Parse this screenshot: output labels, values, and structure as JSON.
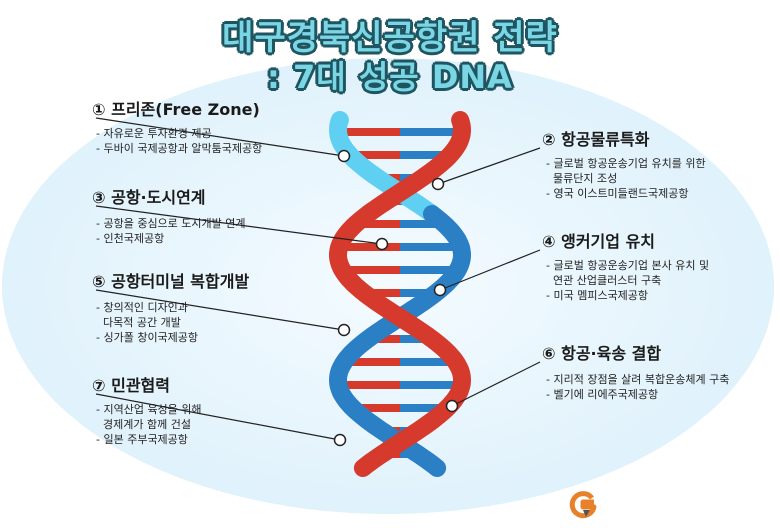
{
  "title": {
    "line1": "대구경북신공항권 전략",
    "line2": ": 7대 성공 DNA"
  },
  "items": [
    {
      "label": "① 프리존(Free Zone)",
      "desc": [
        "- 자유로운 투자환경 제공",
        "- 두바이 국제공항과 알막툼국제공항"
      ]
    },
    {
      "label": "② 항공물류특화",
      "desc": [
        "- 글로벌 항공운송기업 유치를 위한",
        "  물류단지 조성",
        "- 영국 이스트미들랜드국제공항"
      ]
    },
    {
      "label": "③ 공항·도시연계",
      "desc": [
        "- 공항을 중심으로 도시개발 연계",
        "- 인천국제공항"
      ]
    },
    {
      "label": "④ 앵커기업 유치",
      "desc": [
        "- 글로벌 항공운송기업 본사 유치 및",
        "  연관 산업클러스터 구축",
        "- 미국 멤피스국제공항"
      ]
    },
    {
      "label": "⑤ 공항터미널 복합개발",
      "desc": [
        "- 창의적인 디자인과",
        "  다목적 공간 개발",
        "- 싱가폴 창이국제공항"
      ]
    },
    {
      "label": "⑥ 항공·육송 결합",
      "desc": [
        "- 지리적 장점을 살려 복합운송체계 구축",
        "- 벨기에 리에주국제공항"
      ]
    },
    {
      "label": "⑦ 민관협력",
      "desc": [
        "- 지역산업 육성을 위해",
        "  경제계가 함께 건설",
        "- 일본 주부국제공항"
      ]
    }
  ],
  "colors": {
    "title_fill": "#7ad6e4",
    "title_outline": "#1e5560",
    "strand_red": "#d63a2c",
    "strand_blue": "#2b7fc4",
    "strand_light": "#5fd0f2",
    "logo": "#e8822a"
  },
  "logo_icon": "G-logo-icon"
}
